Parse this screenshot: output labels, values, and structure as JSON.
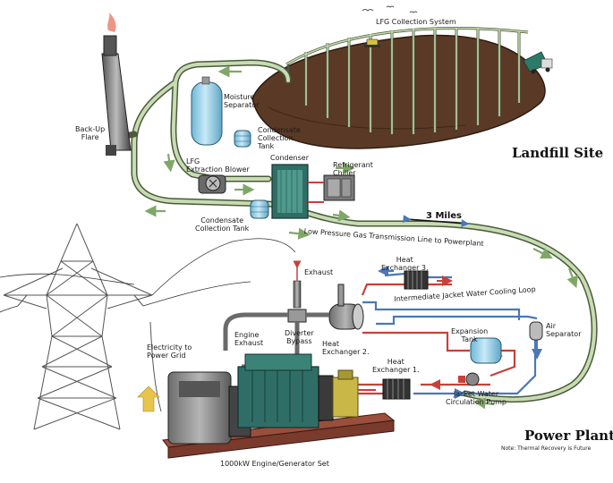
{
  "titles": {
    "landfill_site": "Landfill Site",
    "power_plant": "Power Plant"
  },
  "note": "Note: Thermal Recovery is Future",
  "distance": "3 Miles",
  "labels": {
    "lfg_collection_system": "LFG Collection System",
    "moisture_separator": [
      "Moisture",
      "Separator"
    ],
    "condensate_collection_tank_top": [
      "Condensate",
      "Collection",
      "Tank"
    ],
    "back_up_flare": [
      "Back-Up",
      "Flare"
    ],
    "lfg_extraction_blower": [
      "LFG",
      "Extraction Blower"
    ],
    "condenser": "Condenser",
    "refrigerant_chiller": [
      "Refrigerant",
      "Chiller"
    ],
    "condensate_collection_tank_bottom": [
      "Condensate",
      "Collection Tank"
    ],
    "transmission_line": "Low Pressure Gas Transmission Line to Powerplant",
    "exhaust": "Exhaust",
    "heat_exchanger_3": [
      "Heat",
      "Exchanger 3."
    ],
    "intermediate_loop": "Intermediate Jacket Water Cooling Loop",
    "engine_exhaust": [
      "Engine",
      "Exhaust"
    ],
    "diverter_bypass": [
      "Diverter",
      "Bypass"
    ],
    "heat_exchanger_2": [
      "Heat",
      "Exchanger 2."
    ],
    "expansion_tank": [
      "Expansion",
      "Tank"
    ],
    "air_separator": [
      "Air",
      "Separator"
    ],
    "heat_exchanger_1": [
      "Heat",
      "Exchanger 1."
    ],
    "jacket_water_pump": [
      "Jacket Water",
      "Circulation Pump"
    ],
    "electricity_to_grid": [
      "Electricity to",
      "Power Grid"
    ],
    "engine_generator_set": "1000kW Engine/Generator Set"
  },
  "colors": {
    "gas_pipe": "#c8dcb4",
    "pipe_outline": "#4a5a3a",
    "landfill": "#5a3a26",
    "tank_blue": "#8fcfe8",
    "hot_loop": "#c8403a",
    "cold_loop": "#4a78b8",
    "engine_teal": "#2f6e66",
    "generator_gray": "#8a8a8a",
    "skid_red": "#7a3a2c",
    "accent_yellow": "#c9b848"
  }
}
